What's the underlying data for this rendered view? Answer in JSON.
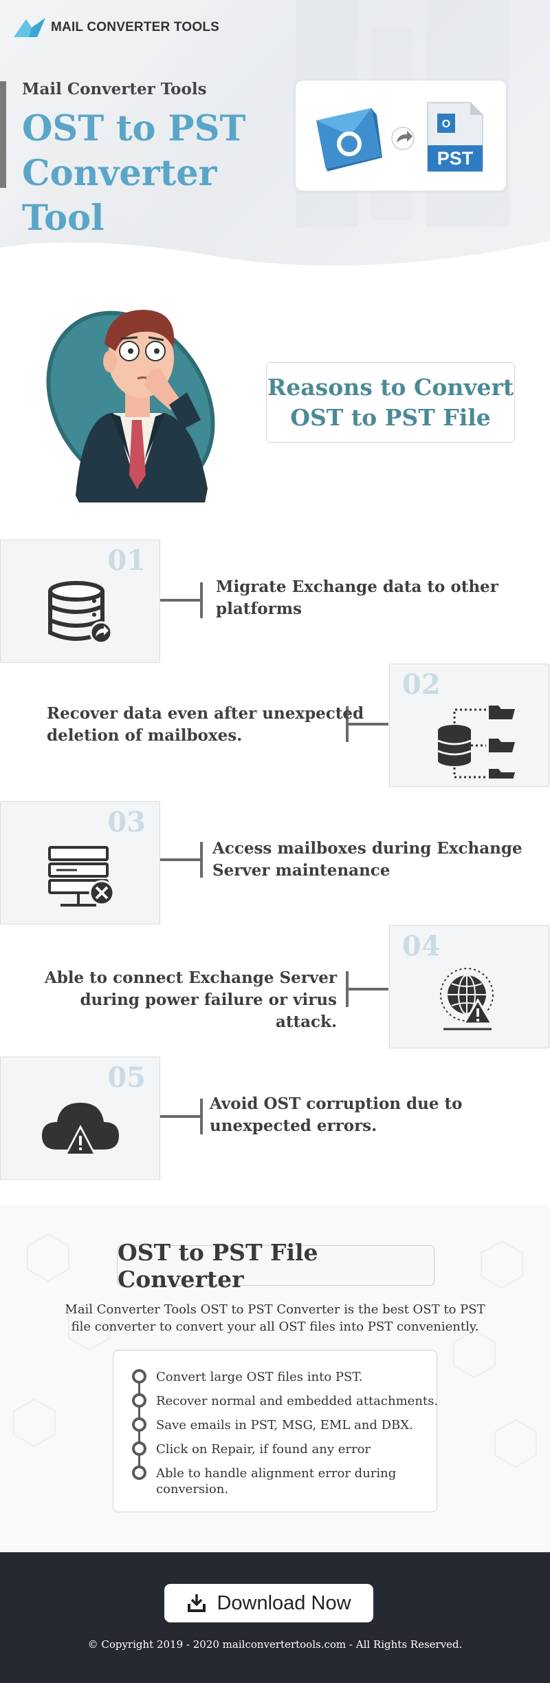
{
  "brand": {
    "logo_text": "MAIL CONVERTER TOOLS"
  },
  "hero": {
    "kicker": "Mail Converter Tools",
    "title_line1": "OST to PST",
    "title_line2": "Converter Tool",
    "pst_label": "PST"
  },
  "reasons": {
    "title_line1": "Reasons to Convert",
    "title_line2": "OST to PST File",
    "items": [
      {
        "number": "01",
        "line1": "Migrate Exchange data to other",
        "line2": "platforms",
        "icon": "database-export-icon"
      },
      {
        "number": "02",
        "line1": "Recover data even after unexpected",
        "line2": "deletion of mailboxes.",
        "icon": "database-folders-icon"
      },
      {
        "number": "03",
        "line1": "Access mailboxes during Exchange",
        "line2": "Server maintenance",
        "icon": "server-tools-icon"
      },
      {
        "number": "04",
        "line1": "Able to connect Exchange Server",
        "line2": "during power failure or virus attack.",
        "icon": "globe-warning-icon"
      },
      {
        "number": "05",
        "line1": "Avoid OST corruption due to",
        "line2": "unexpected errors.",
        "icon": "cloud-warning-icon"
      }
    ]
  },
  "converter": {
    "title": "OST to PST File Converter",
    "description": "Mail Converter Tools OST to PST Converter is the best OST to PST file converter to convert your all OST files into PST conveniently.",
    "features": [
      "Convert large OST files into PST.",
      "Recover normal and embedded attachments.",
      "Save emails in PST, MSG, EML and DBX.",
      "Click on Repair, if found any error",
      "Able to handle alignment error during conversion."
    ]
  },
  "footer": {
    "download_label": "Download Now",
    "copyright": "© Copyright 2019 - 2020 mailconvertertools.com - All Rights Reserved."
  },
  "colors": {
    "accent_blue": "#5aa6c9",
    "teal": "#4a8a96",
    "footer_bg": "#262932",
    "step_number": "#c9dce4"
  }
}
